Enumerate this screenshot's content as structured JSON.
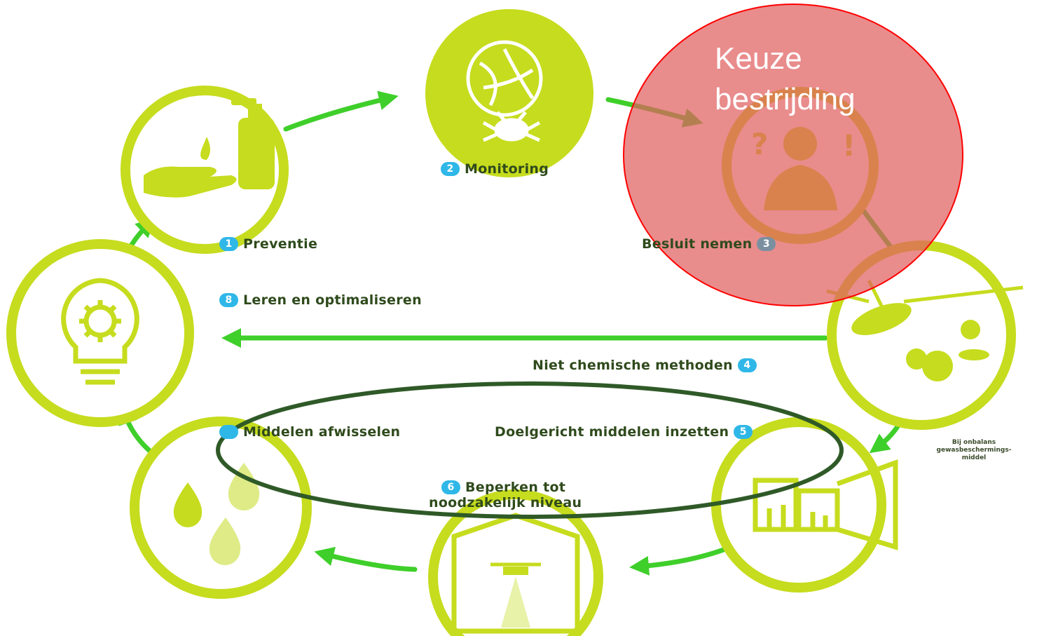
{
  "steps": [
    {
      "num": "1",
      "label": "Preventie",
      "icon": "hand-soap-icon"
    },
    {
      "num": "2",
      "label": "Monitoring",
      "icon": "magnifier-bug-icon"
    },
    {
      "num": "3",
      "label": "Besluit nemen",
      "icon": "person-decision-icon"
    },
    {
      "num": "4",
      "label": "Niet chemische methoden",
      "icon": "insect-biology-icon"
    },
    {
      "num": "5",
      "label": "Doelgericht middelen inzetten",
      "icon": "greenhouse-icon"
    },
    {
      "num": "6",
      "label_line1": "Beperken tot",
      "label_line2": "noodzakelijk niveau",
      "icon": "drone-icon"
    },
    {
      "num": "",
      "label": "Middelen afwisselen",
      "icon": "droplets-icon"
    },
    {
      "num": "8",
      "label": "Leren en optimaliseren",
      "icon": "lightbulb-icon"
    }
  ],
  "side_note": {
    "line1": "Bij onbalans",
    "line2": "gewasbeschermings-",
    "line3": "middel"
  },
  "callout": {
    "line1": "Keuze",
    "line2": "bestrijding"
  },
  "colors": {
    "icon_green": "#c6dc1e",
    "arrow_green": "#3fcf2a",
    "label_text": "#2f4a1c",
    "number_badge": "#2fb7e8",
    "callout_fill": "#e06060",
    "callout_stroke": "#ff0000",
    "ellipse_stroke": "#2f5a28"
  }
}
